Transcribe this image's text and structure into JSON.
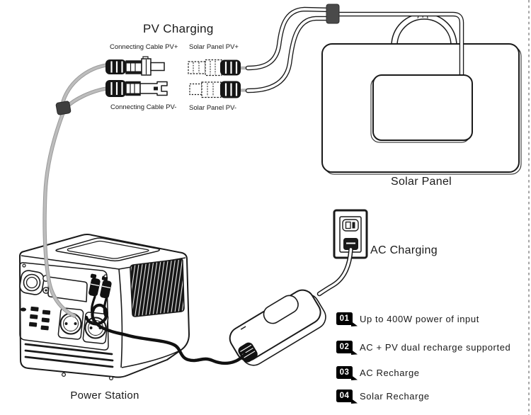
{
  "pv_charging": {
    "title": "PV Charging",
    "labels": {
      "connecting_cable_pv_plus": "Connecting Cable PV+",
      "solar_panel_pv_plus": "Solar Panel PV+",
      "connecting_cable_pv_minus": "Connecting Cable PV-",
      "solar_panel_pv_minus": "Solar Panel PV-"
    }
  },
  "solar_panel": {
    "label": "Solar Panel"
  },
  "ac_charging": {
    "label": "AC Charging"
  },
  "power_station": {
    "label": "Power Station"
  },
  "features": [
    {
      "num": "01",
      "text": "Up to 400W power of input"
    },
    {
      "num": "02",
      "text": "AC + PV dual recharge supported"
    },
    {
      "num": "03",
      "text": "AC Recharge"
    },
    {
      "num": "04",
      "text": "Solar Recharge"
    }
  ],
  "colors": {
    "line": "#1a1a1a",
    "cable_gray": "#b5b5b5",
    "clip_dark": "#3f3f3f",
    "badge_bg": "#000000",
    "badge_text": "#ffffff",
    "page_border_dash": "#6b6b6b"
  }
}
